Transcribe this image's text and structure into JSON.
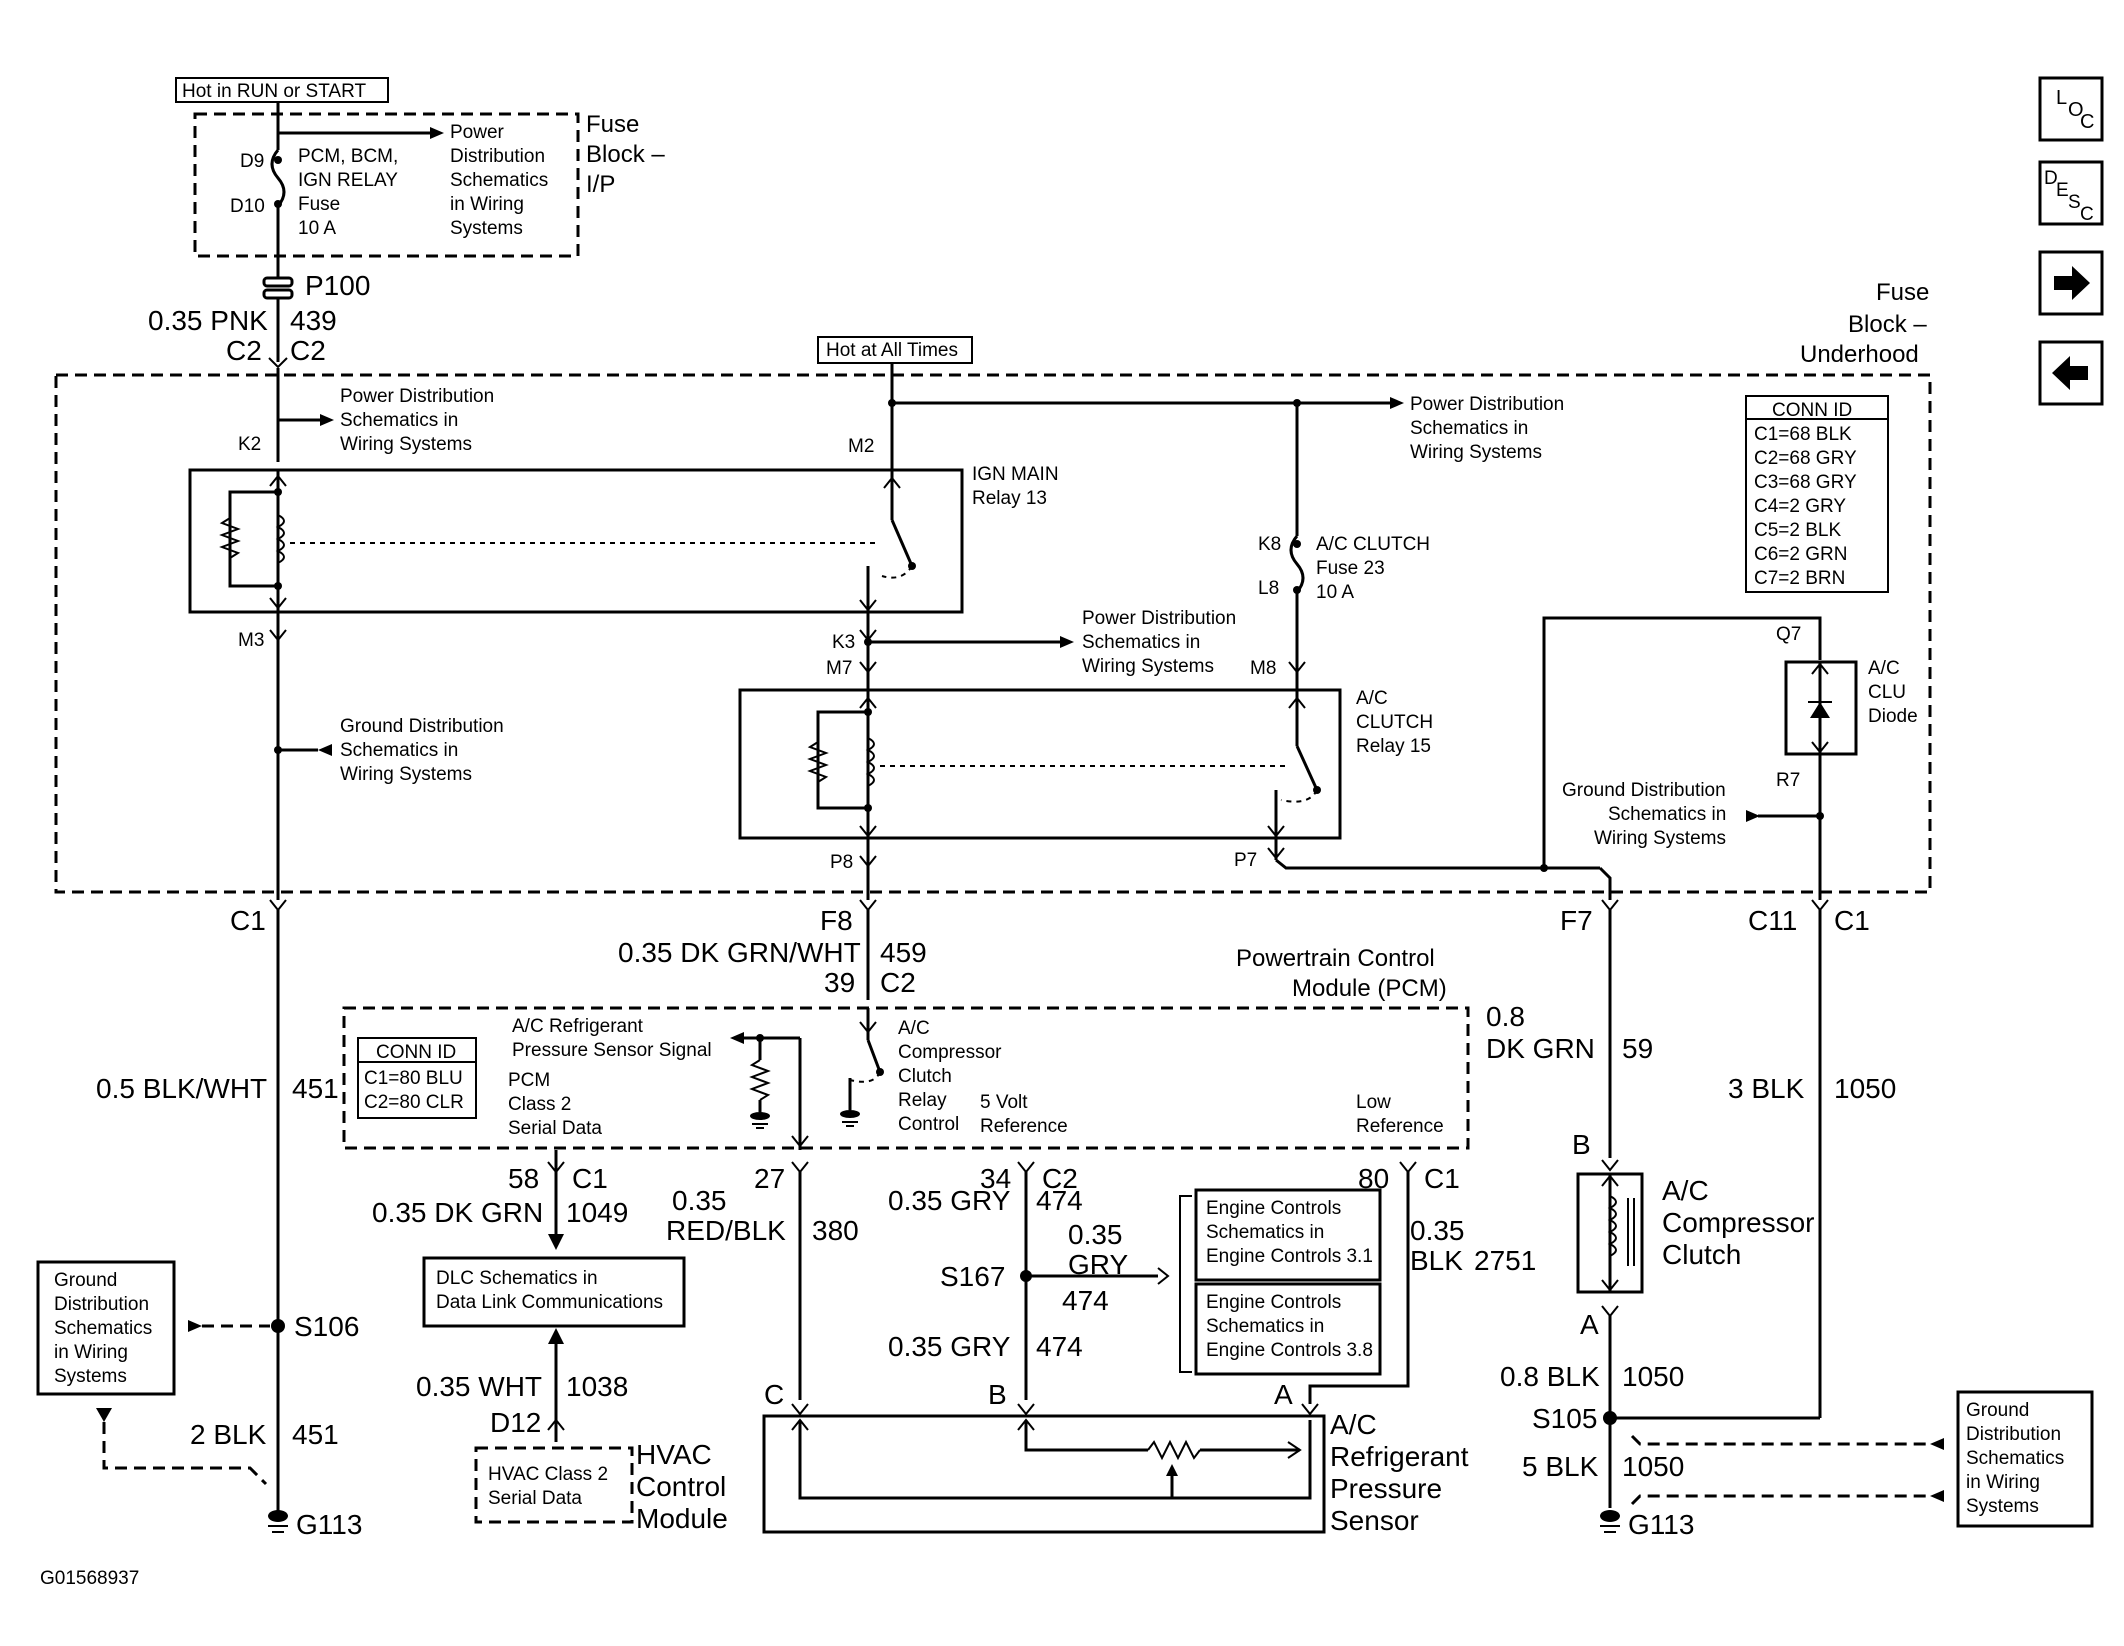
{
  "fuse_ip": {
    "hot_label": "Hot in RUN or START",
    "title_l1": "Fuse",
    "title_l2": "Block –",
    "title_l3": "I/P",
    "d9": "D9",
    "d10": "D10",
    "fuse_l1": "PCM, BCM,",
    "fuse_l2": "IGN RELAY",
    "fuse_l3": "Fuse",
    "fuse_l4": "10 A",
    "pd_l1": "Power",
    "pd_l2": "Distribution",
    "pd_l3": "Schematics",
    "pd_l4": "in Wiring",
    "pd_l5": "Systems"
  },
  "p100": "P100",
  "wire_439": {
    "color": "0.35 PNK",
    "circuit": "439",
    "c2a": "C2",
    "c2b": "C2"
  },
  "fuse_uh": {
    "hot_label": "Hot at All Times",
    "title_l1": "Fuse",
    "title_l2": "Block –",
    "title_l3": "Underhood",
    "conn_title": "CONN ID",
    "conn": [
      "C1=68 BLK",
      "C2=68 GRY",
      "C3=68 GRY",
      "C4=2 GRY",
      "C5=2 BLK",
      "C6=2 GRN",
      "C7=2 BRN"
    ],
    "pd1_l1": "Power Distribution",
    "pd1_l2": "Schematics in",
    "pd1_l3": "Wiring Systems",
    "pd2_l1": "Power Distribution",
    "pd2_l2": "Schematics in",
    "pd2_l3": "Wiring Systems",
    "pd3_l1": "Power Distribution",
    "pd3_l2": "Schematics in",
    "pd3_l3": "Wiring Systems",
    "gd1_l1": "Ground Distribution",
    "gd1_l2": "Schematics in",
    "gd1_l3": "Wiring Systems",
    "gd2_l1": "Ground Distribution",
    "gd2_l2": "Schematics in",
    "gd2_l3": "Wiring Systems",
    "k2": "K2",
    "m2": "M2",
    "m3": "M3",
    "k3": "K3",
    "m7": "M7",
    "m8": "M8",
    "k8": "K8",
    "l8": "L8",
    "p8": "P8",
    "p7": "P7",
    "q7": "Q7",
    "r7": "R7",
    "ign_l1": "IGN MAIN",
    "ign_l2": "Relay 13",
    "fuse23_l1": "A/C CLUTCH",
    "fuse23_l2": "Fuse 23",
    "fuse23_l3": "10 A",
    "acr_l1": "A/C",
    "acr_l2": "CLUTCH",
    "acr_l3": "Relay 15",
    "diode_l1": "A/C",
    "diode_l2": "CLU",
    "diode_l3": "Diode"
  },
  "connectors": {
    "c1_left": "C1",
    "f8": "F8",
    "f7": "F7",
    "c11": "C11",
    "c1_right": "C1"
  },
  "wire_459": {
    "color": "0.35 DK GRN/WHT",
    "circuit": "459",
    "pin": "39",
    "conn": "C2"
  },
  "pcm": {
    "title_l1": "Powertrain Control",
    "title_l2": "Module (PCM)",
    "conn_title": "CONN ID",
    "conn": [
      "C1=80 BLU",
      "C2=80 CLR"
    ],
    "sig_l1": "A/C Refrigerant",
    "sig_l2": "Pressure Sensor Signal",
    "cl_l1": "PCM",
    "cl_l2": "Class 2",
    "cl_l3": "Serial Data",
    "relay_l1": "A/C",
    "relay_l2": "Compressor",
    "relay_l3": "Clutch",
    "relay_l4": "Relay",
    "relay_l5": "Control",
    "ref5_l1": "5 Volt",
    "ref5_l2": "Reference",
    "low_l1": "Low",
    "low_l2": "Reference"
  },
  "wire_59": {
    "size": "0.8",
    "color": "DK GRN",
    "circuit": "59"
  },
  "wire_451": {
    "color": "0.5 BLK/WHT",
    "circuit": "451"
  },
  "wire_1050_3": {
    "color": "3 BLK",
    "circuit": "1050"
  },
  "pins": {
    "p58": "58",
    "c1a": "C1",
    "p27": "27",
    "p34": "34",
    "c2": "C2",
    "p80": "80",
    "c1b": "C1"
  },
  "wire_1049": {
    "color": "0.35 DK GRN",
    "circuit": "1049"
  },
  "wire_380": {
    "size": "0.35",
    "color": "RED/BLK",
    "circuit": "380"
  },
  "wire_474a": {
    "color": "0.35 GRY",
    "circuit": "474"
  },
  "wire_474b": {
    "size": "0.35",
    "color": "GRY",
    "circuit": "474"
  },
  "wire_474c": {
    "color": "0.35 GRY",
    "circuit": "474"
  },
  "wire_2751": {
    "size": "0.35",
    "color": "BLK",
    "circuit": "2751"
  },
  "s167": "S167",
  "ec1": {
    "l1": "Engine Controls",
    "l2": "Schematics in",
    "l3": "Engine Controls 3.1"
  },
  "ec2": {
    "l1": "Engine Controls",
    "l2": "Schematics in",
    "l3": "Engine Controls 3.8"
  },
  "dlc": {
    "l1": "DLC Schematics in",
    "l2": "Data Link Communications"
  },
  "wire_1038": {
    "color": "0.35 WHT",
    "circuit": "1038"
  },
  "d12": "D12",
  "hvac": {
    "inner_l1": "HVAC Class 2",
    "inner_l2": "Serial Data",
    "l1": "HVAC",
    "l2": "Control",
    "l3": "Module"
  },
  "sensor": {
    "pin_c": "C",
    "pin_b": "B",
    "pin_a": "A",
    "l1": "A/C",
    "l2": "Refrigerant",
    "l3": "Pressure",
    "l4": "Sensor"
  },
  "clutch": {
    "pin_b": "B",
    "pin_a": "A",
    "l1": "A/C",
    "l2": "Compressor",
    "l3": "Clutch"
  },
  "wire_1050_08": {
    "color": "0.8 BLK",
    "circuit": "1050"
  },
  "wire_1050_5": {
    "color": "5 BLK",
    "circuit": "1050"
  },
  "s105": "S105",
  "s106": "S106",
  "wire_451_2": {
    "color": "2 BLK",
    "circuit": "451"
  },
  "g113_left": "G113",
  "g113_right": "G113",
  "gd_left": {
    "l1": "Ground",
    "l2": "Distribution",
    "l3": "Schematics",
    "l4": "in Wiring",
    "l5": "Systems"
  },
  "gd_right": {
    "l1": "Ground",
    "l2": "Distribution",
    "l3": "Schematics",
    "l4": "in Wiring",
    "l5": "Systems"
  },
  "figure_id": "G01568937",
  "nav": {
    "loc_l": "L",
    "loc_o": "O",
    "loc_c": "C",
    "desc_d": "D",
    "desc_e": "E",
    "desc_s": "S",
    "desc_c": "C"
  }
}
